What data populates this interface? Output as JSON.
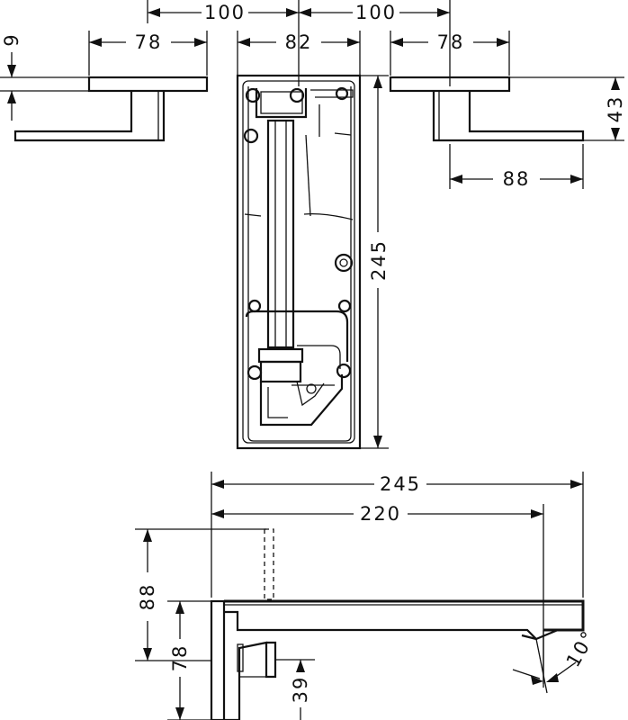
{
  "dimensions": {
    "top_spacing_left": "100",
    "top_spacing_right": "100",
    "handle_left_width": "78",
    "box_width": "82",
    "handle_right_width": "78",
    "plate_thickness": "9",
    "handle_height": "43",
    "handle_lever_length": "88",
    "box_height": "245",
    "spout_total_length": "245",
    "spout_projection": "220",
    "body_height": "88",
    "plate_height": "78",
    "outlet_offset": "39",
    "outlet_angle": "10°"
  }
}
